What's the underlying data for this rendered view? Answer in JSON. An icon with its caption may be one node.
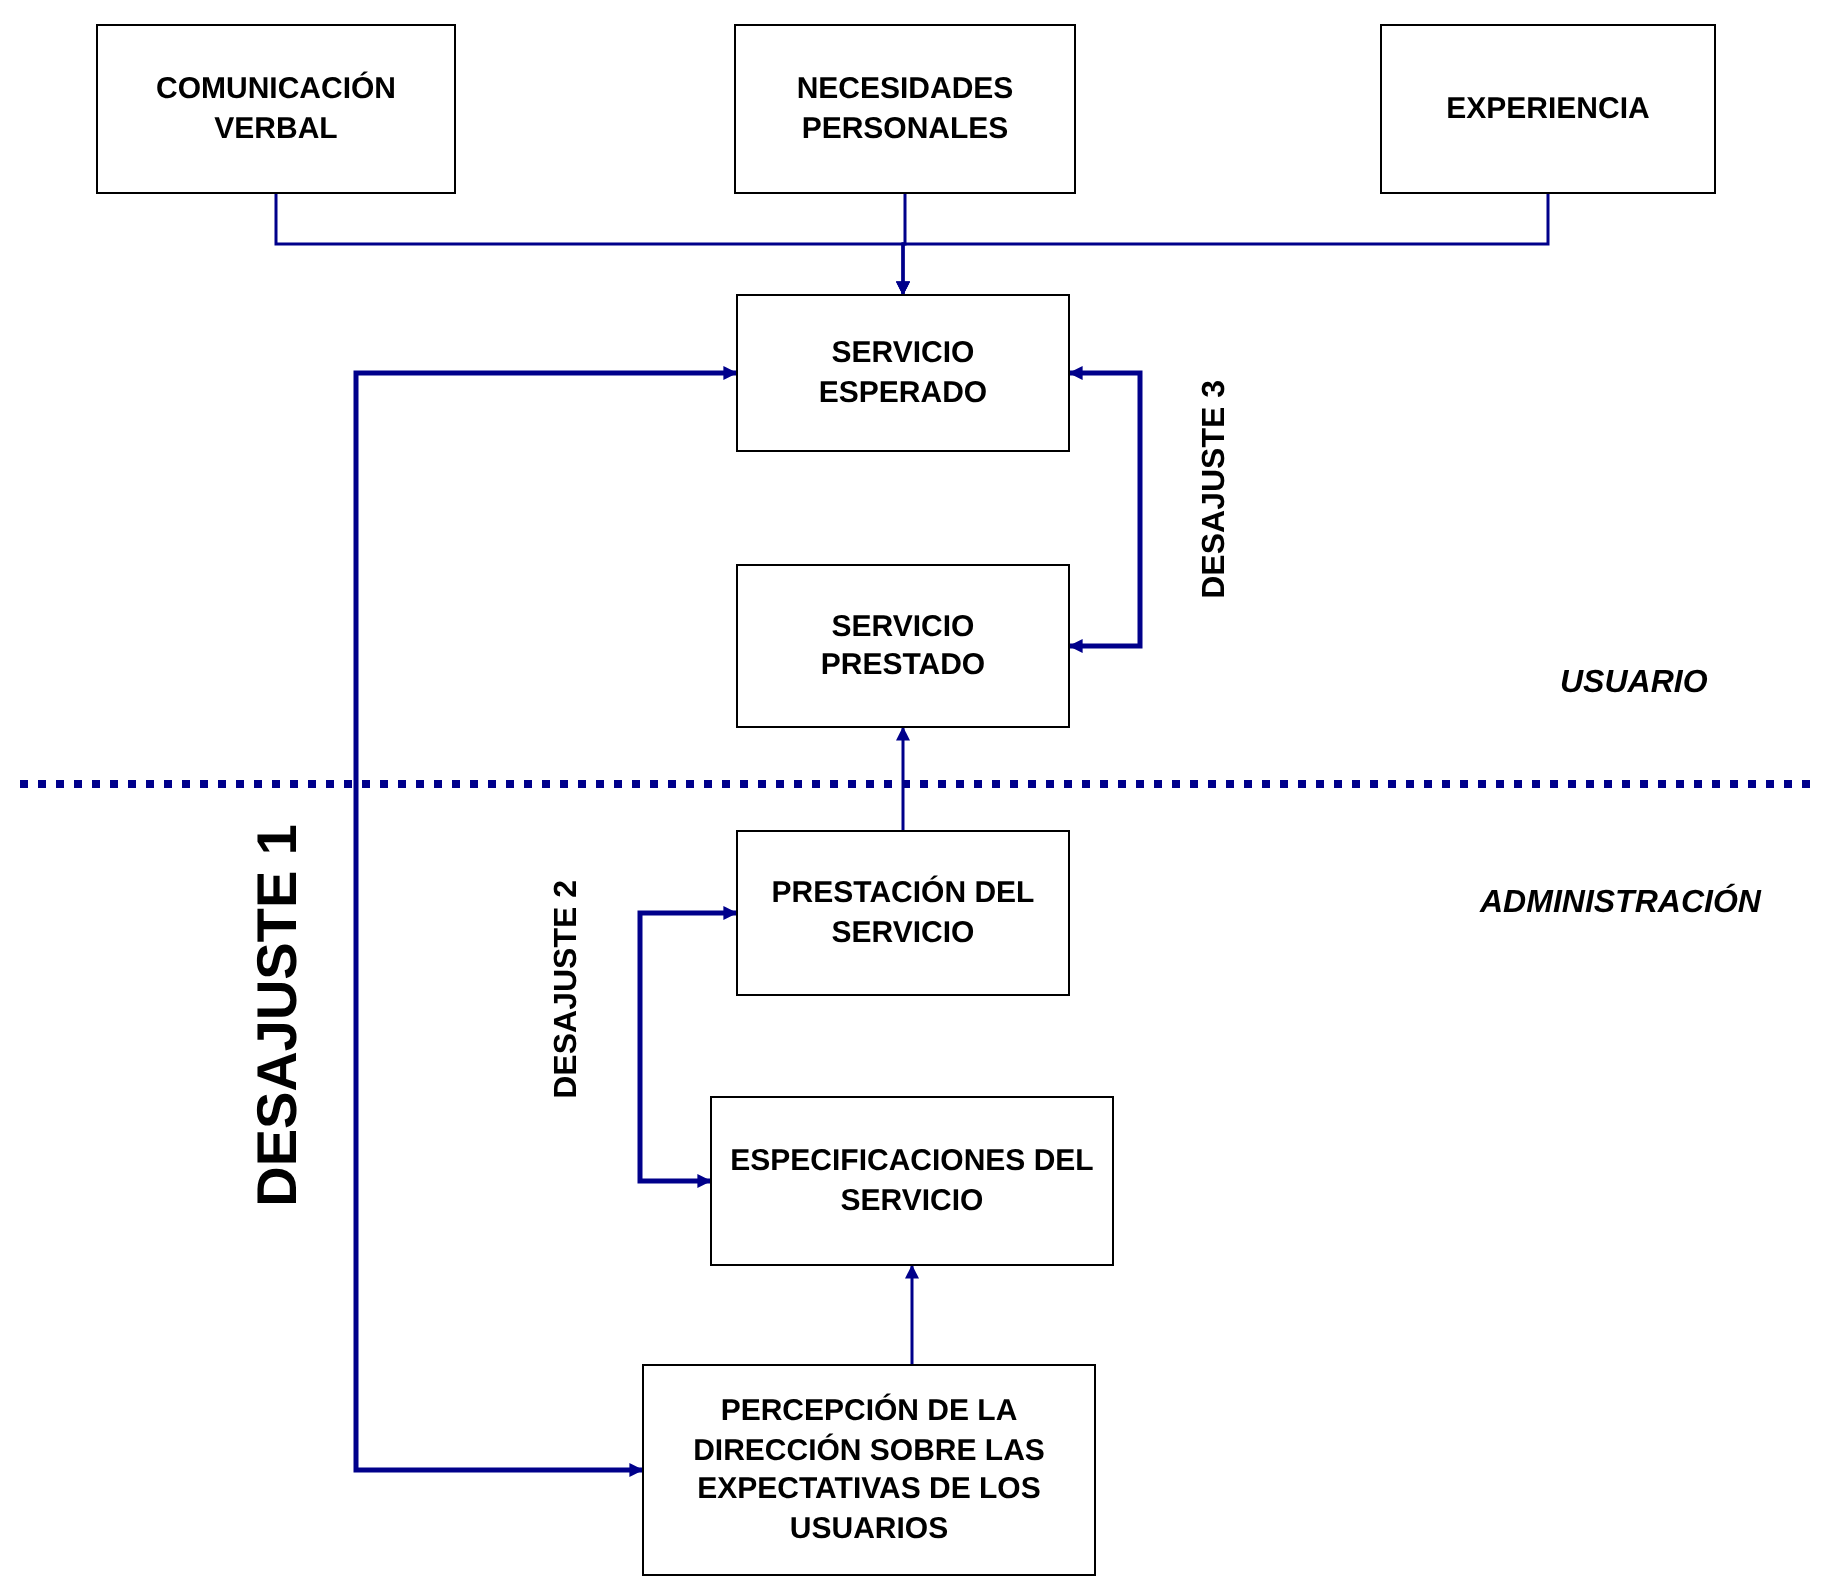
{
  "diagram": {
    "nodes": [
      {
        "text": [
          "COMUNICACIÓN VERBAL"
        ]
      },
      {
        "text": [
          "NECESIDADES PERSONALES"
        ]
      },
      {
        "text": [
          "EXPERIENCIA"
        ]
      },
      {
        "text": [
          "SERVICIO ESPERADO"
        ]
      },
      {
        "text": [
          "SERVICIO PRESTADO"
        ]
      },
      {
        "text": [
          "PRESTACIÓN DEL SERVICIO"
        ]
      },
      {
        "text": [
          "ESPECIFICACIONES DEL SERVICIO"
        ]
      },
      {
        "text": [
          "PERCEPCIÓN DE LA DIRECCIÓN SOBRE LAS EXPECTATIVAS DE LOS USUARIOS"
        ]
      }
    ],
    "edges": [
      {
        "from": 0,
        "to": 3,
        "arrow": "to"
      },
      {
        "from": 1,
        "to": 3,
        "arrow": "to"
      },
      {
        "from": 2,
        "to": 3,
        "arrow": "to"
      },
      {
        "from": 3,
        "to": 4,
        "arrow": "both",
        "label": "DESAJUSTE 3"
      },
      {
        "from": 5,
        "to": 4,
        "arrow": "to"
      },
      {
        "from": 6,
        "to": 5,
        "arrow": "both",
        "label": "DESAJUSTE 2"
      },
      {
        "from": 7,
        "to": 6,
        "arrow": "to"
      },
      {
        "from": 7,
        "to": 3,
        "arrow": "both",
        "label": "DESAJUSTE 1"
      }
    ],
    "labels": [
      "USUARIO",
      "ADMINISTRACIÓN"
    ]
  }
}
